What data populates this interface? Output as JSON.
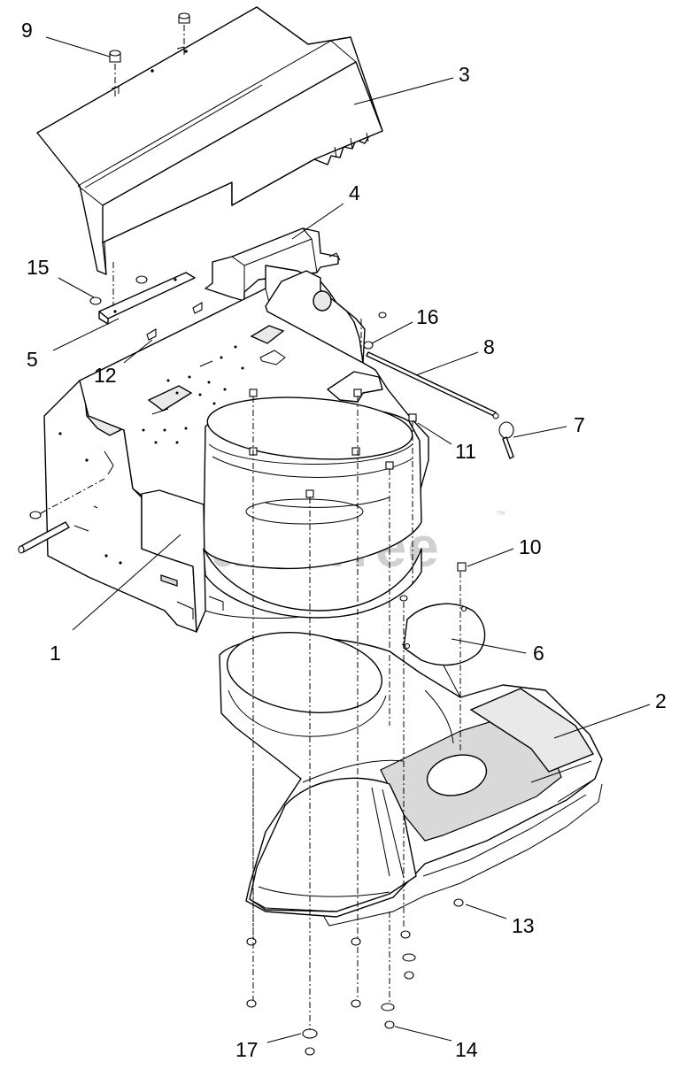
{
  "watermark": {
    "text": "PartsTree",
    "trademark": "™"
  },
  "callouts": [
    {
      "id": "1",
      "label": "1"
    },
    {
      "id": "2",
      "label": "2"
    },
    {
      "id": "3",
      "label": "3"
    },
    {
      "id": "4",
      "label": "4"
    },
    {
      "id": "5",
      "label": "5"
    },
    {
      "id": "6",
      "label": "6"
    },
    {
      "id": "7",
      "label": "7"
    },
    {
      "id": "8",
      "label": "8"
    },
    {
      "id": "9",
      "label": "9"
    },
    {
      "id": "10",
      "label": "10"
    },
    {
      "id": "11",
      "label": "11"
    },
    {
      "id": "12",
      "label": "12"
    },
    {
      "id": "13",
      "label": "13"
    },
    {
      "id": "14",
      "label": "14"
    },
    {
      "id": "15",
      "label": "15"
    },
    {
      "id": "16",
      "label": "16"
    },
    {
      "id": "17",
      "label": "17"
    }
  ]
}
